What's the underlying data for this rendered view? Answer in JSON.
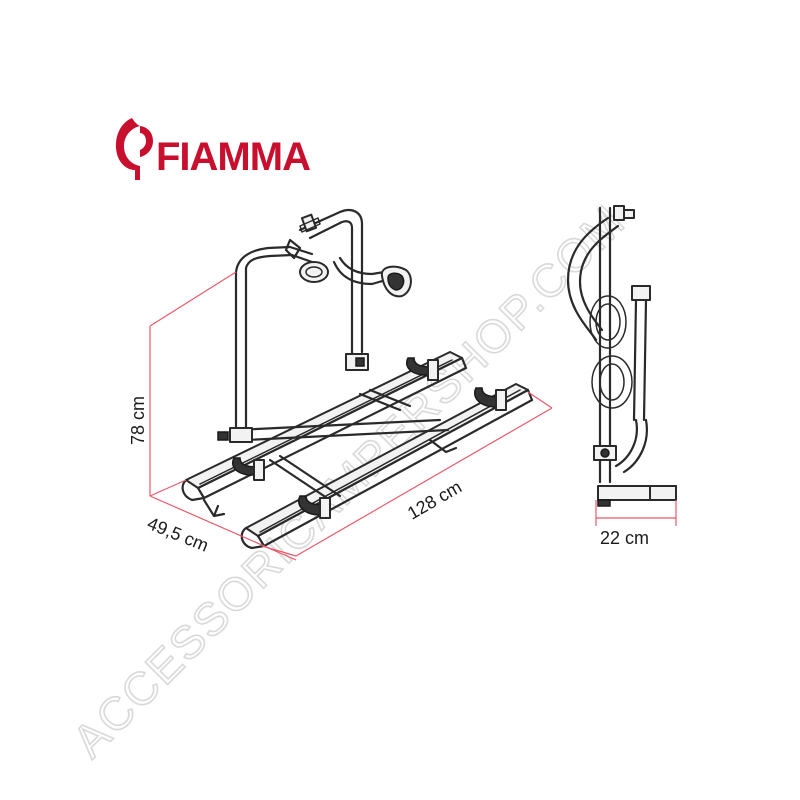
{
  "brand": {
    "name": "FIAMMA",
    "color": "#c8102e"
  },
  "watermark": {
    "text": "ACCESSORICAMPERSHOP.COM",
    "color": "#d9d9d9"
  },
  "dimensions": {
    "height": "78 cm",
    "depth": "49,5 cm",
    "length": "128 cm",
    "side_width": "22 cm"
  },
  "colors": {
    "dimension_line": "#e85a6a",
    "outline": "#2a2a2a"
  }
}
